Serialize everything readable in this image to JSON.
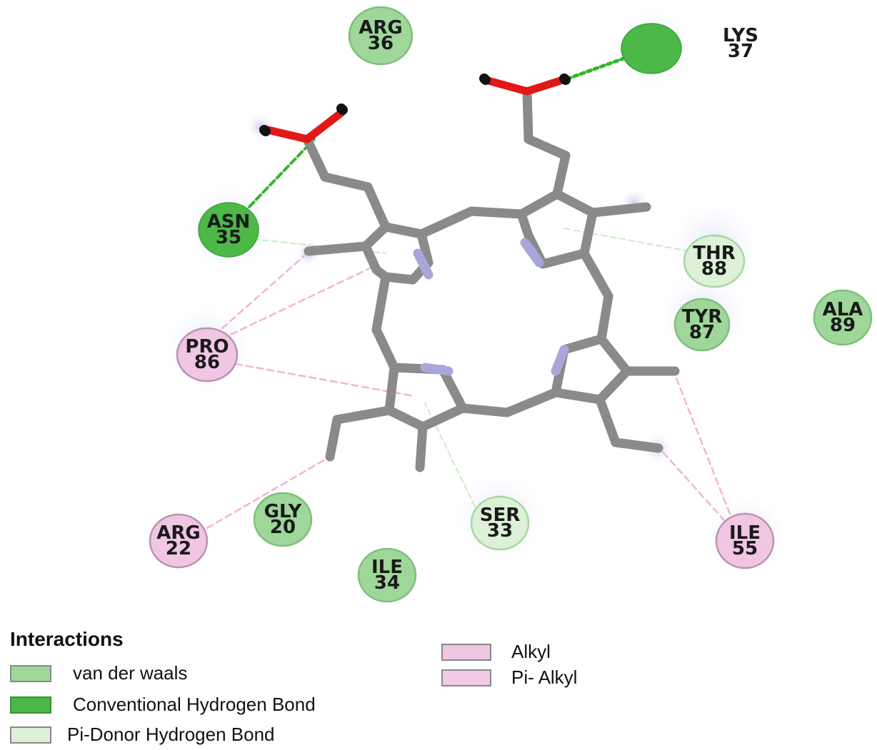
{
  "colors": {
    "van_der_waals": "#9fd79a",
    "conventional_hbond": "#4cb848",
    "pi_donor_hbond": "#dcf1d8",
    "alkyl": "#f0c6e2",
    "pi_alkyl": "#f3cbe6",
    "bond": "#8a8a8a",
    "nitrogen": "#a9a7d9",
    "oxygen": "#e01818"
  },
  "residues": [
    {
      "id": "arg36",
      "name": "ARG",
      "number": "36",
      "type": "van_der_waals"
    },
    {
      "id": "lys37",
      "name": "LYS",
      "number": "37",
      "type": "conventional_hbond"
    },
    {
      "id": "asn35",
      "name": "ASN",
      "number": "35",
      "type": "conventional_hbond"
    },
    {
      "id": "thr88",
      "name": "THR",
      "number": "88",
      "type": "pi_donor_hbond"
    },
    {
      "id": "tyr87",
      "name": "TYR",
      "number": "87",
      "type": "van_der_waals"
    },
    {
      "id": "ala89",
      "name": "ALA",
      "number": "89",
      "type": "van_der_waals"
    },
    {
      "id": "pro86",
      "name": "PRO",
      "number": "86",
      "type": "alkyl"
    },
    {
      "id": "arg22",
      "name": "ARG",
      "number": "22",
      "type": "alkyl"
    },
    {
      "id": "gly20",
      "name": "GLY",
      "number": "20",
      "type": "van_der_waals"
    },
    {
      "id": "ser33",
      "name": "SER",
      "number": "33",
      "type": "pi_donor_hbond"
    },
    {
      "id": "ile34",
      "name": "ILE",
      "number": "34",
      "type": "van_der_waals"
    },
    {
      "id": "ile55",
      "name": "ILE",
      "number": "55",
      "type": "alkyl"
    }
  ],
  "legend": {
    "title": "Interactions",
    "items": [
      {
        "label": "van der waals",
        "color_key": "van_der_waals"
      },
      {
        "label": "Conventional Hydrogen Bond",
        "color_key": "conventional_hbond"
      },
      {
        "label": "Pi-Donor Hydrogen Bond",
        "color_key": "pi_donor_hbond"
      },
      {
        "label": "Alkyl",
        "color_key": "alkyl"
      },
      {
        "label": "Pi- Alkyl",
        "color_key": "pi_alkyl"
      }
    ]
  }
}
